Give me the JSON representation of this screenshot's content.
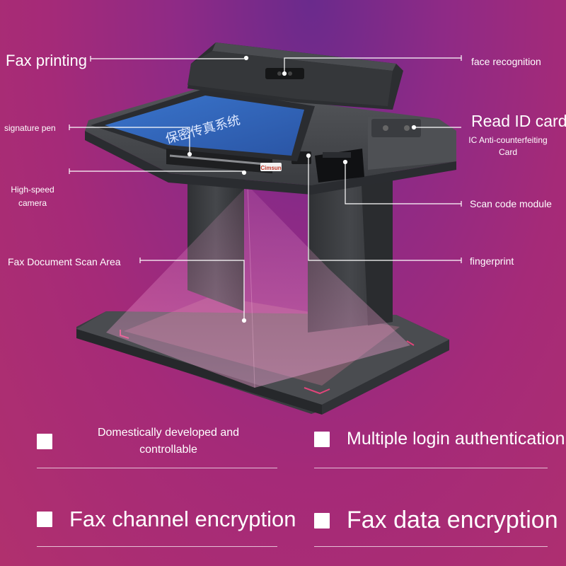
{
  "callouts": {
    "fax_printing": "Fax printing",
    "face_recognition": "face recognition",
    "signature_pen": "signature pen",
    "read_id_card": "Read ID card",
    "ic_card_line1": "IC Anti-counterfeiting",
    "ic_card_line2": "Card",
    "high_speed_line1": "High-speed",
    "high_speed_line2": "camera",
    "scan_code_module": "Scan code module",
    "fax_scan_area": "Fax Document Scan Area",
    "fingerprint": "fingerprint"
  },
  "device": {
    "screen_text": "保密传真系统",
    "brand_badge": "Cimsun"
  },
  "features": [
    {
      "line1": "Domestically developed and",
      "line2": "controllable"
    },
    {
      "label": "Multiple login authentication"
    },
    {
      "label": "Fax channel encryption"
    },
    {
      "label": "Fax data encryption"
    }
  ],
  "colors": {
    "background_top": "#6a2a8c",
    "background_bottom": "#b0306e",
    "device_body": "#3c3e42",
    "screen": "#2f62b8",
    "scan_frame": "#e0457a"
  }
}
